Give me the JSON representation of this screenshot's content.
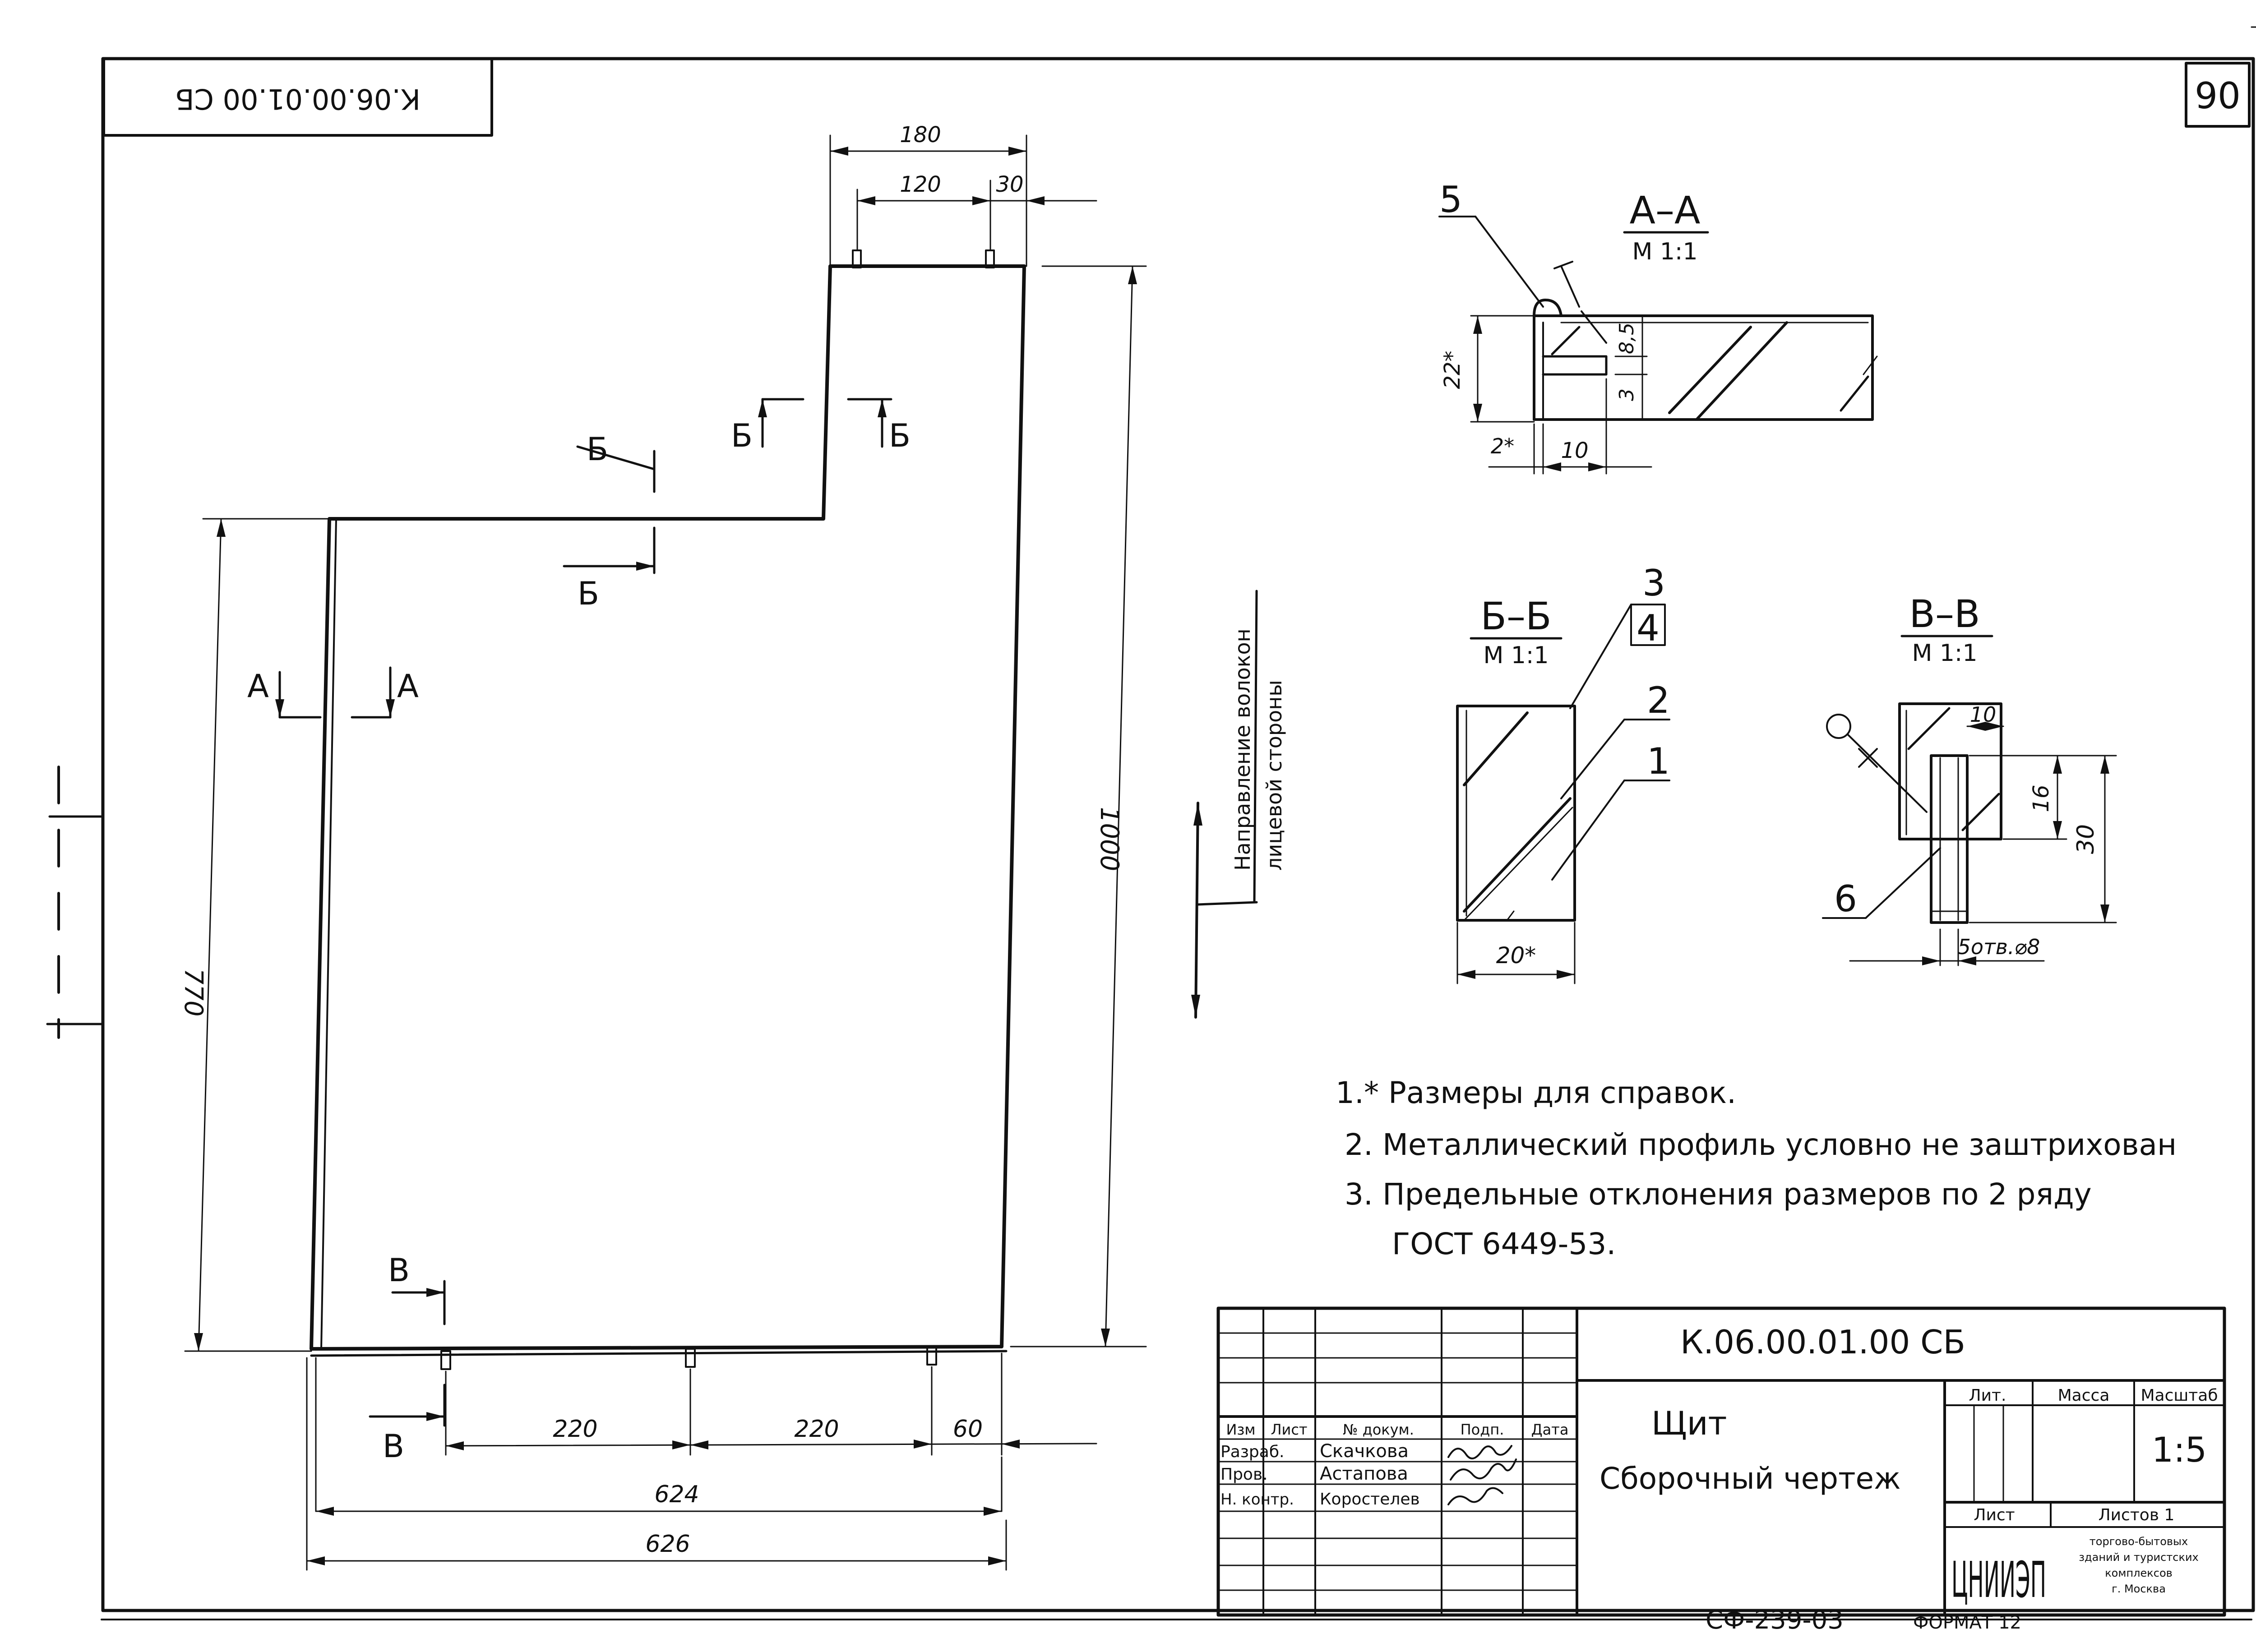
{
  "sheet": {
    "page_number": "90",
    "rotated_code": "К.06.00.01.00 СБ",
    "format_stamp": "СФ-239-03",
    "format_label": "ФОРМАТ 12"
  },
  "main_view": {
    "dims": {
      "top_180": "180",
      "top_120": "120",
      "top_30": "30",
      "height_1000": "1000",
      "height_770": "770",
      "bottom_220_a": "220",
      "bottom_220_b": "220",
      "bottom_60": "60",
      "width_624": "624",
      "width_626": "626"
    },
    "section_marks": {
      "a_left": "А",
      "a_right": "А",
      "b_upper": "Б",
      "b_lower": "Б",
      "b_top_left": "Б",
      "b_top_right": "Б",
      "v_upper": "В",
      "v_lower": "В"
    }
  },
  "grain_note": {
    "line1": "Направление волокон",
    "line2": "лицевой стороны"
  },
  "section_aa": {
    "title": "А–А",
    "scale": "М 1:1",
    "leader": "5",
    "dim_22": "22*",
    "dim_8_5": "8,5",
    "dim_3": "3",
    "dim_2": "2*",
    "dim_10": "10"
  },
  "section_bb": {
    "title": "Б–Б",
    "scale": "М 1:1",
    "leader_3": "3",
    "leader_4": "4",
    "leader_2": "2",
    "leader_1": "1",
    "dim_20": "20*"
  },
  "section_vv": {
    "title": "В–В",
    "scale": "М 1:1",
    "dim_10": "10",
    "dim_16": "16",
    "dim_30": "30",
    "leader_6": "6",
    "hole_note": "5отв.⌀8"
  },
  "notes": [
    "1.* Размеры для справок.",
    "2. Металлический профиль условно не заштрихован",
    "3. Предельные отклонения размеров по 2 ряду",
    "ГОСТ 6449-53."
  ],
  "title_block": {
    "designation": "К.06.00.01.00 СБ",
    "name_line1": "Щит",
    "name_line2": "Сборочный чертеж",
    "headers": [
      "Изм",
      "Лист",
      "№ докум.",
      "Подп.",
      "Дата"
    ],
    "rows": [
      {
        "role": "Разраб.",
        "name": "Скачкова"
      },
      {
        "role": "Пров.",
        "name": "Астапова"
      },
      {
        "role": "Н. контр.",
        "name": "Коростелев"
      }
    ],
    "lit_label": "Лит.",
    "mass_label": "Масса",
    "scale_label": "Масштаб",
    "scale_value": "1:5",
    "sheet_label": "Лист",
    "sheets_label": "Листов 1",
    "org_logo": "ЦНИИЭП",
    "org_text": [
      "торгово-бытовых",
      "зданий и туристских",
      "комплексов",
      "г. Москва"
    ]
  }
}
